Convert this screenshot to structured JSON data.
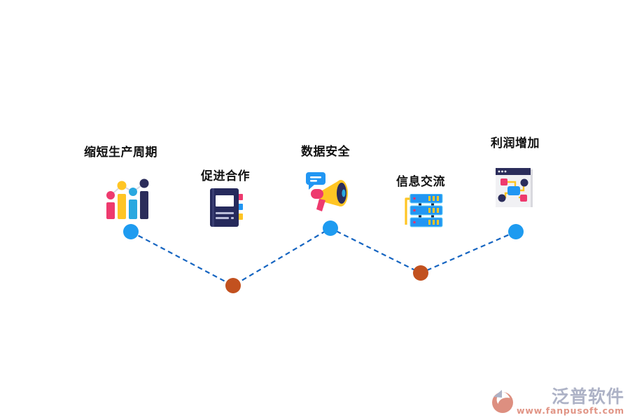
{
  "diagram": {
    "title": "",
    "items": [
      {
        "label": "缩短生产周期",
        "icon": "bar-chart-icon",
        "node_color": "#1e9bf0"
      },
      {
        "label": "促进合作",
        "icon": "notebook-icon",
        "node_color": "#c2511f"
      },
      {
        "label": "数据安全",
        "icon": "megaphone-icon",
        "node_color": "#1e9bf0"
      },
      {
        "label": "信息交流",
        "icon": "server-stack-icon",
        "node_color": "#c2511f"
      },
      {
        "label": "利润增加",
        "icon": "flowchart-window-icon",
        "node_color": "#1e9bf0"
      }
    ]
  },
  "colors": {
    "node_blue": "#1e9bf0",
    "node_orange": "#c2511f",
    "dash_line": "#1665c1",
    "label_text": "#111111",
    "icon_pink": "#ee3a6e",
    "icon_yellow": "#ffc524",
    "icon_blue": "#2196f3",
    "icon_light_blue": "#29a8e0",
    "icon_navy": "#2b2d5b",
    "window_gray": "#f1f1f4"
  },
  "watermark": {
    "brand": "泛普软件",
    "url": "www.fanpusoft.com",
    "brand_color": "#a9aec4",
    "url_color": "#e09080"
  }
}
